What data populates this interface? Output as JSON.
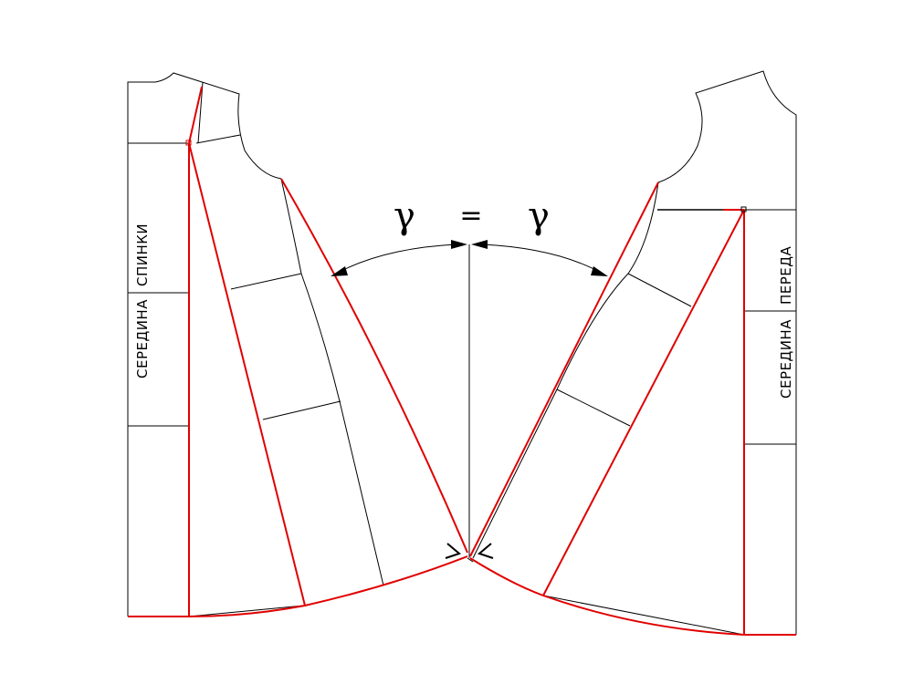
{
  "labels": {
    "back_center_word1": "СЕРЕДИНА",
    "back_center_word2": "СПИНКИ",
    "front_center_word1": "СЕРЕДИНА",
    "front_center_word2": "ПЕРЕДА",
    "angle_left": "γ",
    "equals": "=",
    "angle_right": "γ"
  },
  "colors": {
    "outline": "#000000",
    "modified_contour": "#e00000",
    "background": "#ffffff"
  }
}
